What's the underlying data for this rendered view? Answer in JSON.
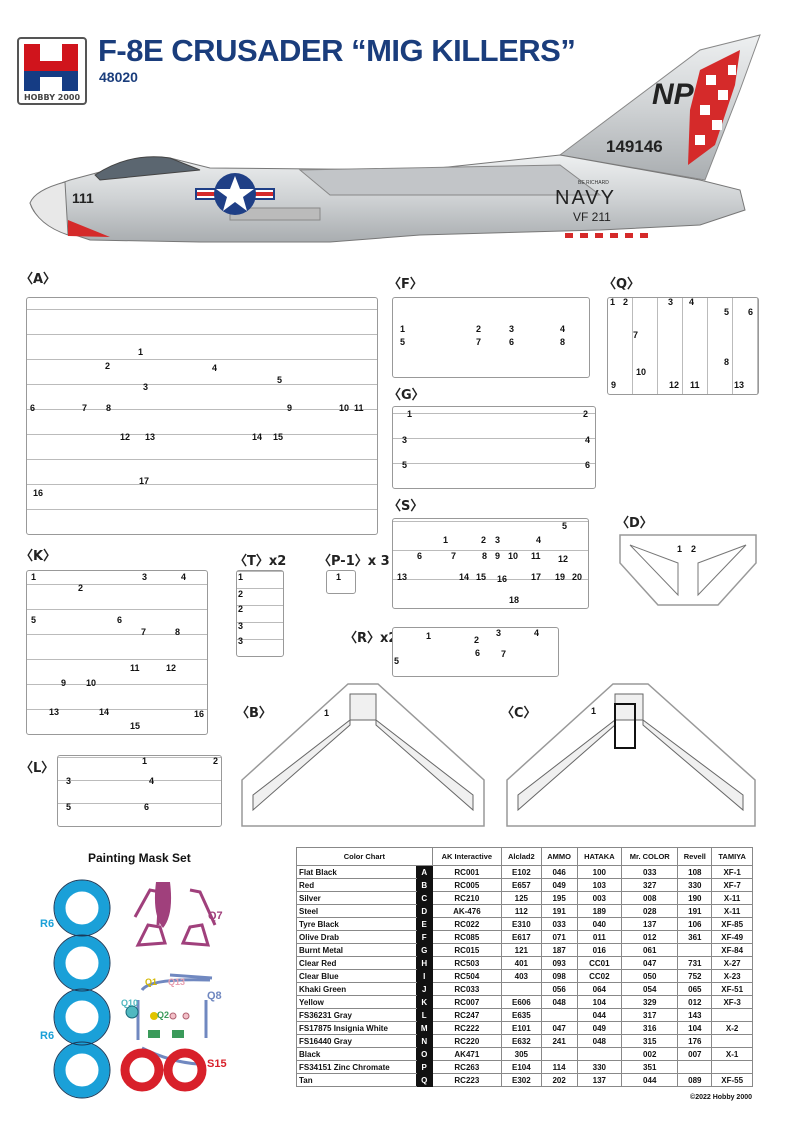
{
  "header": {
    "brand": "HOBBY 2000",
    "title": "F-8E CRUSADER “MIG KILLERS”",
    "kit_number": "48020"
  },
  "aircraft": {
    "tail_code": "NP",
    "serial": "149146",
    "navy": "NAVY",
    "squadron": "VF 211",
    "modex": "111",
    "pilot_name": "BE RICHARD",
    "colors": {
      "fuselage": "#d4d6d8",
      "red": "#d52a2a",
      "insignia_blue": "#1f3f86"
    }
  },
  "sprues": [
    {
      "id": "A",
      "label": "〈A〉",
      "parts": [
        "1",
        "2",
        "3",
        "4",
        "5",
        "6",
        "7",
        "8",
        "9",
        "10",
        "11",
        "12",
        "13",
        "14",
        "15",
        "16",
        "17"
      ]
    },
    {
      "id": "F",
      "label": "〈F〉",
      "parts": [
        "1",
        "2",
        "3",
        "4",
        "5",
        "7",
        "6",
        "8"
      ]
    },
    {
      "id": "Q",
      "label": "〈Q〉",
      "parts": [
        "1",
        "2",
        "3",
        "4",
        "5",
        "6",
        "7",
        "8",
        "9",
        "10",
        "12",
        "11",
        "13"
      ]
    },
    {
      "id": "G",
      "label": "〈G〉",
      "parts": [
        "1",
        "2",
        "3",
        "4",
        "5",
        "6"
      ]
    },
    {
      "id": "S",
      "label": "〈S〉",
      "parts": [
        "1",
        "2",
        "3",
        "4",
        "5",
        "6",
        "7",
        "8",
        "9",
        "10",
        "11",
        "12",
        "13",
        "14",
        "15",
        "16",
        "17",
        "18",
        "19",
        "20"
      ]
    },
    {
      "id": "D",
      "label": "〈D〉",
      "parts": [
        "1",
        "2"
      ]
    },
    {
      "id": "K",
      "label": "〈K〉",
      "parts": [
        "1",
        "2",
        "3",
        "4",
        "5",
        "6",
        "7",
        "8",
        "9",
        "10",
        "11",
        "12",
        "13",
        "14",
        "15",
        "16"
      ]
    },
    {
      "id": "T",
      "label": "〈T〉x2",
      "parts": [
        "1",
        "2",
        "2",
        "3",
        "3"
      ]
    },
    {
      "id": "P",
      "label": "〈P-1〉x 3",
      "parts": [
        "1"
      ]
    },
    {
      "id": "R",
      "label": "〈R〉x2",
      "parts": [
        "1",
        "2",
        "3",
        "4",
        "5",
        "6",
        "7"
      ]
    },
    {
      "id": "B",
      "label": "〈B〉",
      "parts": [
        "1"
      ]
    },
    {
      "id": "C",
      "label": "〈C〉",
      "parts": [
        "1"
      ]
    },
    {
      "id": "L",
      "label": "〈L〉",
      "parts": [
        "1",
        "2",
        "3",
        "4",
        "5",
        "6"
      ]
    }
  ],
  "mask_set": {
    "title": "Painting Mask Set",
    "labels": [
      {
        "text": "R6",
        "color": "#1aa0d8"
      },
      {
        "text": "R6",
        "color": "#1aa0d8"
      },
      {
        "text": "Q7",
        "color": "#a0407c"
      },
      {
        "text": "Q8",
        "color": "#7088c0"
      },
      {
        "text": "Q1",
        "color": "#d4b800"
      },
      {
        "text": "Q13",
        "color": "#e8a0b0"
      },
      {
        "text": "Q10",
        "color": "#50b8c0"
      },
      {
        "text": "Q2",
        "color": "#3a9a5a"
      },
      {
        "text": "S15",
        "color": "#d8202a"
      }
    ]
  },
  "color_chart": {
    "headers": [
      "Color Chart",
      "AK Interactive",
      "Alclad2",
      "AMMO",
      "HATAKA",
      "Mr. COLOR",
      "Revell",
      "TAMIYA"
    ],
    "rows": [
      {
        "name": "Flat Black",
        "code": "A",
        "values": [
          "RC001",
          "E102",
          "046",
          "100",
          "033",
          "108",
          "XF-1"
        ]
      },
      {
        "name": "Red",
        "code": "B",
        "values": [
          "RC005",
          "E657",
          "049",
          "103",
          "327",
          "330",
          "XF-7"
        ]
      },
      {
        "name": "Silver",
        "code": "C",
        "values": [
          "RC210",
          "125",
          "195",
          "003",
          "008",
          "190",
          "X-11"
        ]
      },
      {
        "name": "Steel",
        "code": "D",
        "values": [
          "AK-476",
          "112",
          "191",
          "189",
          "028",
          "191",
          "X-11"
        ]
      },
      {
        "name": "Tyre Black",
        "code": "E",
        "values": [
          "RC022",
          "E310",
          "033",
          "040",
          "137",
          "106",
          "XF-85"
        ]
      },
      {
        "name": "Olive Drab",
        "code": "F",
        "values": [
          "RC085",
          "E617",
          "071",
          "011",
          "012",
          "361",
          "XF-49"
        ]
      },
      {
        "name": "Burnt Metal",
        "code": "G",
        "values": [
          "RC015",
          "121",
          "187",
          "016",
          "061",
          "",
          "XF-84"
        ]
      },
      {
        "name": "Clear Red",
        "code": "H",
        "values": [
          "RC503",
          "401",
          "093",
          "CC01",
          "047",
          "731",
          "X-27"
        ]
      },
      {
        "name": "Clear Blue",
        "code": "I",
        "values": [
          "RC504",
          "403",
          "098",
          "CC02",
          "050",
          "752",
          "X-23"
        ]
      },
      {
        "name": "Khaki Green",
        "code": "J",
        "values": [
          "RC033",
          "",
          "056",
          "064",
          "054",
          "065",
          "XF-51"
        ]
      },
      {
        "name": "Yellow",
        "code": "K",
        "values": [
          "RC007",
          "E606",
          "048",
          "104",
          "329",
          "012",
          "XF-3"
        ]
      },
      {
        "name": "FS36231 Gray",
        "code": "L",
        "values": [
          "RC247",
          "E635",
          "",
          "044",
          "317",
          "143",
          ""
        ]
      },
      {
        "name": "FS17875 Insignia White",
        "code": "M",
        "values": [
          "RC222",
          "E101",
          "047",
          "049",
          "316",
          "104",
          "X-2"
        ]
      },
      {
        "name": "FS16440 Gray",
        "code": "N",
        "values": [
          "RC220",
          "E632",
          "241",
          "048",
          "315",
          "176",
          ""
        ]
      },
      {
        "name": "Black",
        "code": "O",
        "values": [
          "AK471",
          "305",
          "",
          "",
          "002",
          "007",
          "X-1"
        ]
      },
      {
        "name": "FS34151 Zinc Chromate",
        "code": "P",
        "values": [
          "RC263",
          "E104",
          "114",
          "330",
          "351",
          "",
          ""
        ]
      },
      {
        "name": "Tan",
        "code": "Q",
        "values": [
          "RC223",
          "E302",
          "202",
          "137",
          "044",
          "089",
          "XF-55"
        ]
      }
    ]
  },
  "copyright": "©2022 Hobby 2000"
}
